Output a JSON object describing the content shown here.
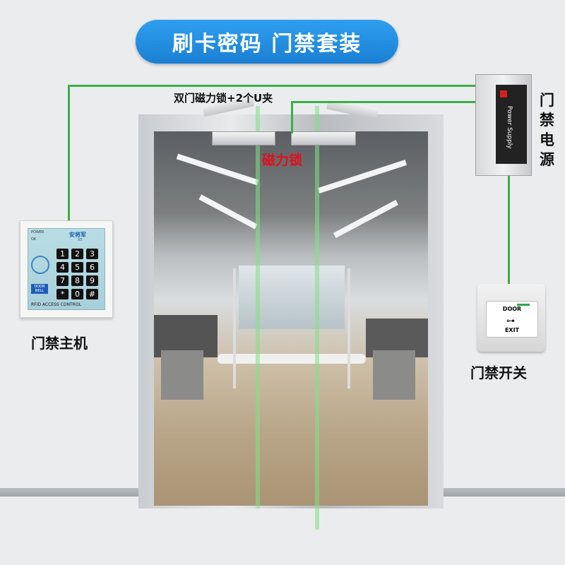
{
  "title": "刷卡密码 门禁套装",
  "labels": {
    "lock_spec": "双门磁力锁+2个U夹",
    "mag_lock": "磁力锁",
    "power_supply": "门禁电源",
    "controller": "门禁主机",
    "exit_switch": "门禁开关"
  },
  "keypad": {
    "brand": "安将军",
    "model": "X5",
    "power": "POWER",
    "ok": "OK",
    "door_bell": "DOOR BELL",
    "footer": "RFID ACCESS CONTROL",
    "keys": [
      "1",
      "2",
      "3",
      "4",
      "5",
      "6",
      "7",
      "8",
      "9",
      "*",
      "0",
      "#"
    ]
  },
  "psu": {
    "text": "Power Supply"
  },
  "exit_button": {
    "line1": "DOOR",
    "line2": "EXIT"
  },
  "colors": {
    "wire": "#3cae48",
    "title_bg": "#1f8ae0",
    "accent_red": "#e0101a"
  }
}
